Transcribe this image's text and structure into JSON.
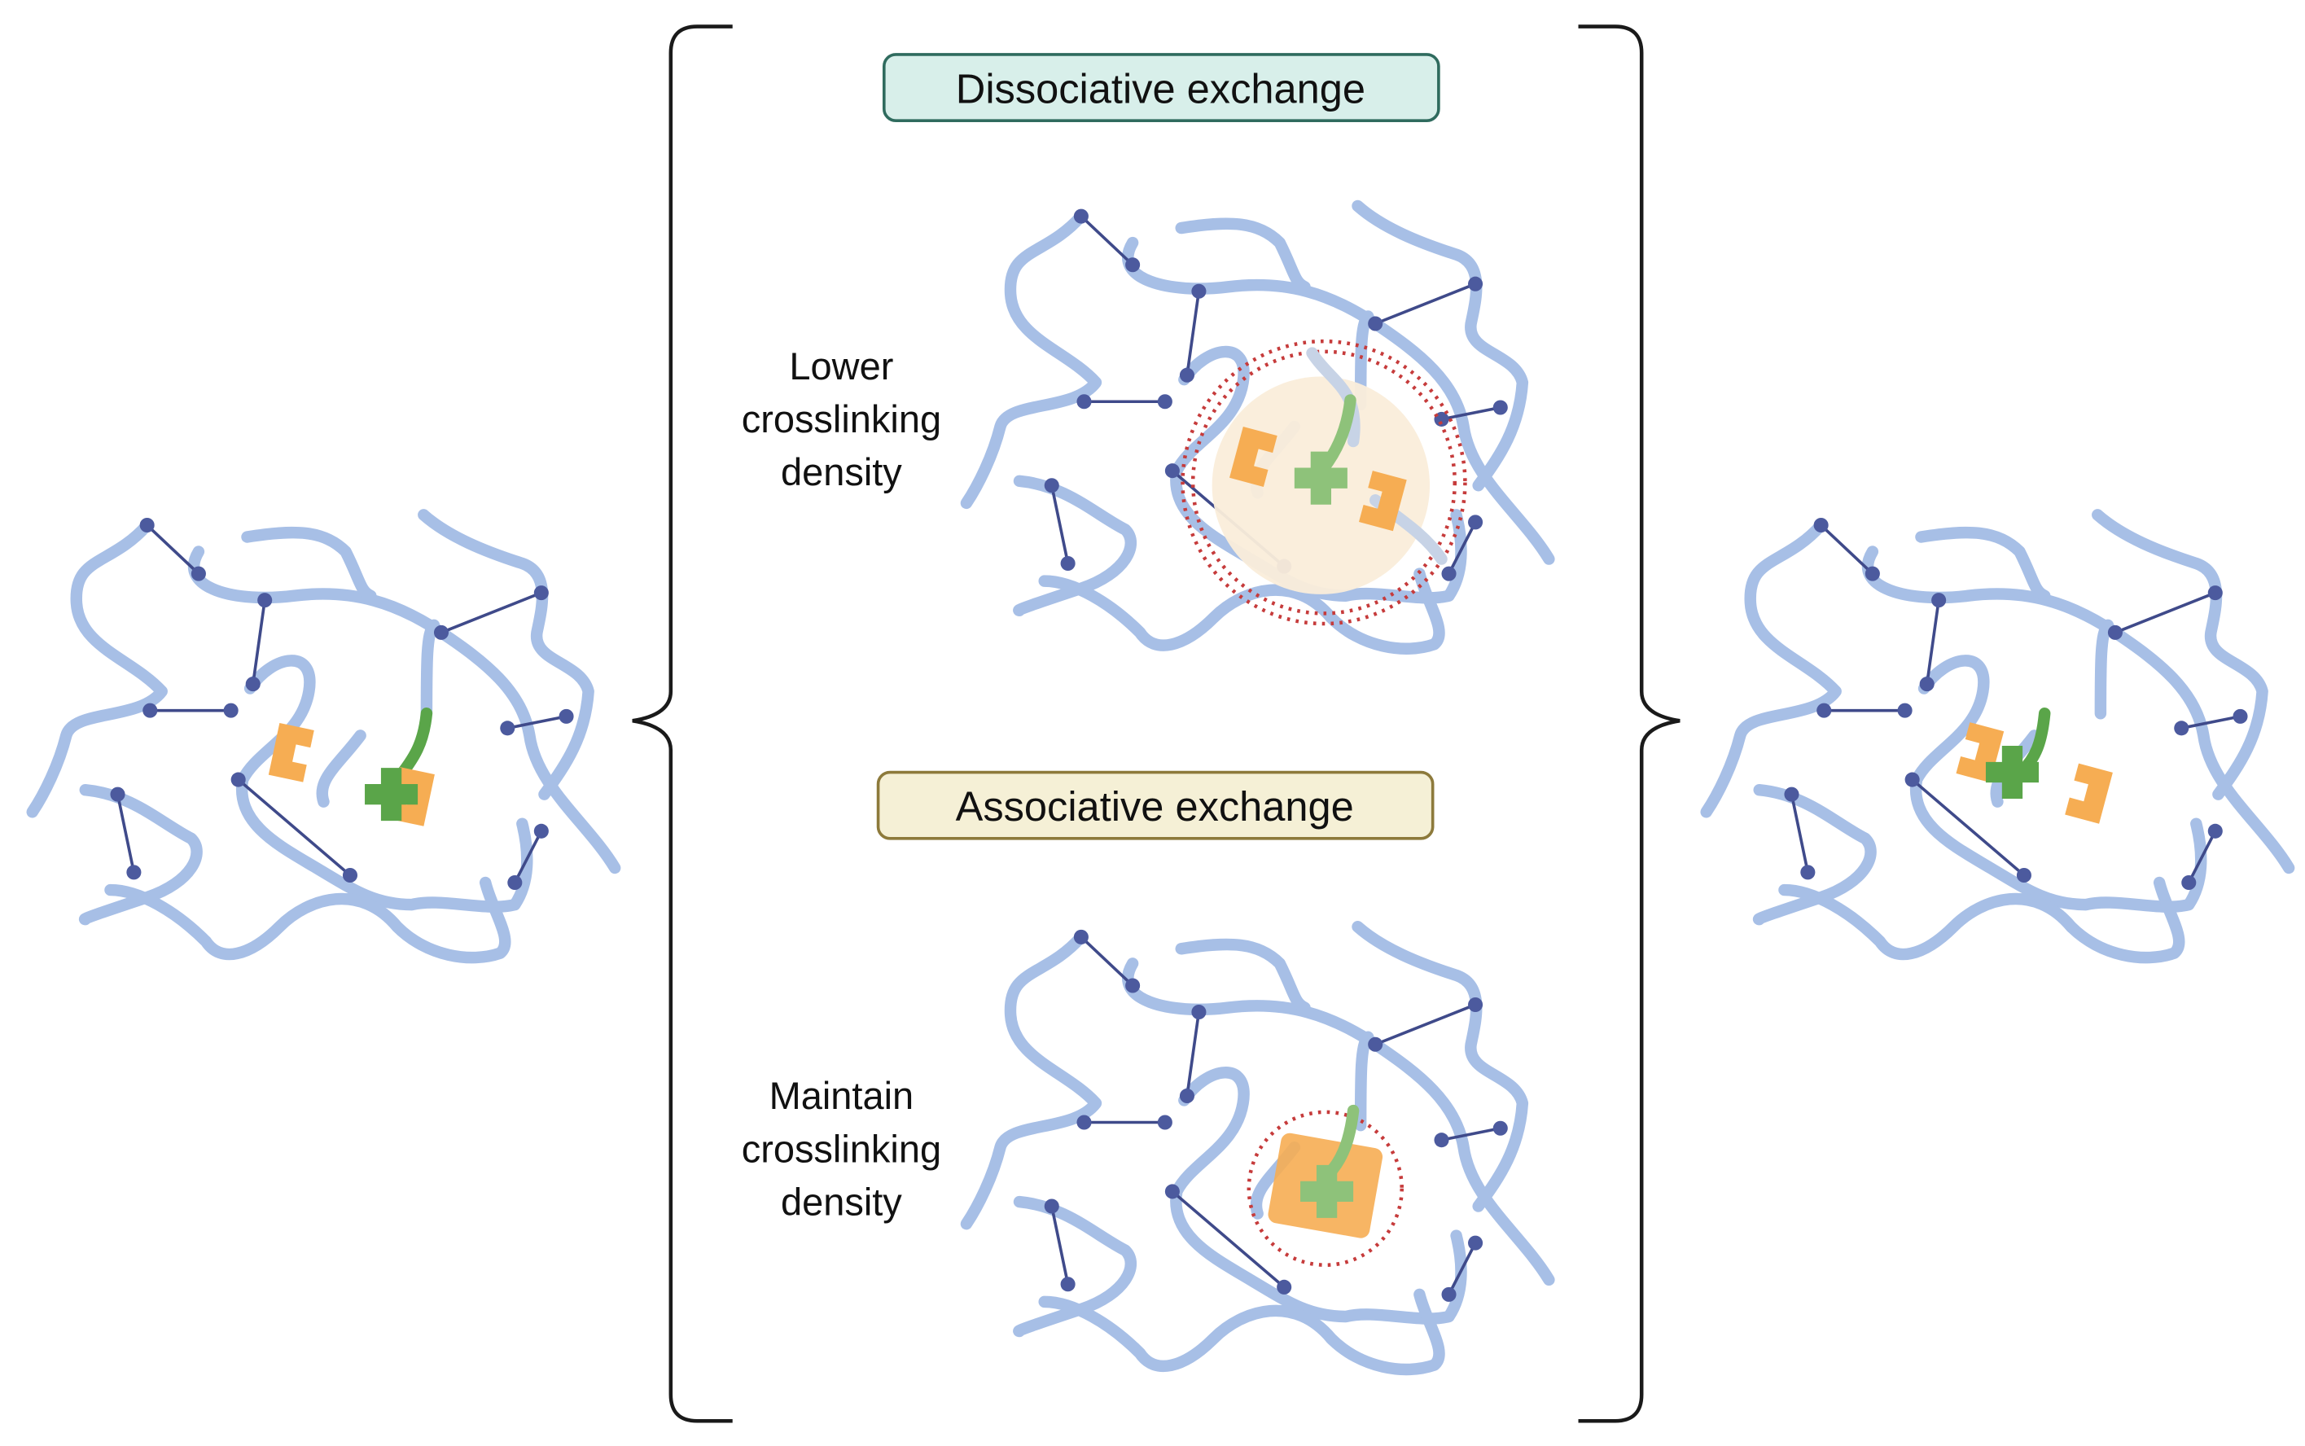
{
  "header_dissociative": "Dissociative exchange",
  "header_associative": "Associative exchange",
  "label_dissociative": [
    "Lower",
    "crosslinking",
    "density"
  ],
  "label_associative": [
    "Maintain",
    "crosslinking",
    "density"
  ],
  "colors": {
    "polymer": "#a7bfe6",
    "crosslink_node": "#4c5a9e",
    "crosslink_line": "#3f4a8a",
    "bond_green": "#5aa549",
    "bond_green_light": "#8ec27a",
    "cap_orange": "#f6ad53",
    "highlight_fill": "#faedda",
    "dotted_ring": "#c63b3b",
    "dissociative_box_fill": "#d8efea",
    "dissociative_box_stroke": "#2f6b5e",
    "associative_box_fill": "#f5f0d6",
    "associative_box_stroke": "#8d7a3b",
    "bracket": "#1a1a1a"
  }
}
